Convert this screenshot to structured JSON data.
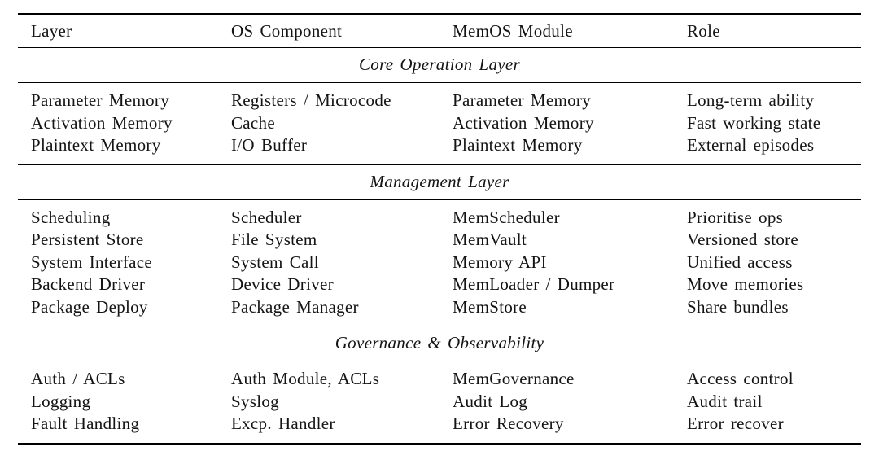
{
  "colors": {
    "text": "#141414",
    "rule": "#000000",
    "background": "#ffffff"
  },
  "table": {
    "columns": [
      "Layer",
      "OS Component",
      "MemOS Module",
      "Role"
    ],
    "sections": [
      {
        "title": "Core Operation Layer",
        "rows": [
          [
            "Parameter Memory",
            "Registers / Microcode",
            "Parameter Memory",
            "Long-term ability"
          ],
          [
            "Activation Memory",
            "Cache",
            "Activation Memory",
            "Fast working state"
          ],
          [
            "Plaintext Memory",
            "I/O Buffer",
            "Plaintext Memory",
            "External episodes"
          ]
        ]
      },
      {
        "title": "Management Layer",
        "rows": [
          [
            "Scheduling",
            "Scheduler",
            "MemScheduler",
            "Prioritise ops"
          ],
          [
            "Persistent Store",
            "File System",
            "MemVault",
            "Versioned store"
          ],
          [
            "System Interface",
            "System Call",
            "Memory API",
            "Unified access"
          ],
          [
            "Backend Driver",
            "Device Driver",
            "MemLoader / Dumper",
            "Move memories"
          ],
          [
            "Package Deploy",
            "Package Manager",
            "MemStore",
            "Share bundles"
          ]
        ]
      },
      {
        "title": "Governance & Observability",
        "rows": [
          [
            "Auth / ACLs",
            "Auth Module, ACLs",
            "MemGovernance",
            "Access control"
          ],
          [
            "Logging",
            "Syslog",
            "Audit Log",
            "Audit trail"
          ],
          [
            "Fault Handling",
            "Excp. Handler",
            "Error Recovery",
            "Error recover"
          ]
        ]
      }
    ]
  }
}
